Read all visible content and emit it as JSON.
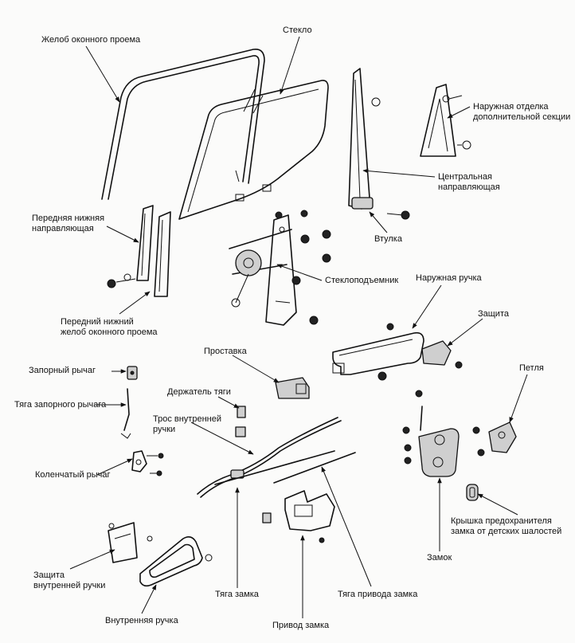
{
  "labels": {
    "window_channel": "Желоб оконного проема",
    "glass": "Стекло",
    "outer_trim": [
      "Наружная отделка",
      "дополнительной секции"
    ],
    "center_guide": [
      "Центральная",
      "направляющая"
    ],
    "front_lower_guide": [
      "Передняя нижняя",
      "направляющая"
    ],
    "bushing": "Втулка",
    "regulator": "Стеклоподъемник",
    "front_lower_channel": [
      "Передний нижний",
      "желоб оконного проема"
    ],
    "outer_handle": "Наружная ручка",
    "protector": "Защита",
    "spacer": "Проставка",
    "latch_lever": "Запорный рычаг",
    "hinge": "Петля",
    "rod_holder": "Держатель тяги",
    "latch_rod": "Тяга запорного рычага",
    "inner_cable": [
      "Трос внутренней",
      "ручки"
    ],
    "bell_crank": "Коленчатый рычаг",
    "child_lock_cover": [
      "Крышка предохранителя",
      "замка от детских шалостей"
    ],
    "lock": "Замок",
    "inner_handle_protector": [
      "Защита",
      "внутренней ручки"
    ],
    "lock_rod": "Тяга замка",
    "actuator_rod": "Тяга привода замка",
    "inner_handle": "Внутренняя ручка",
    "actuator": "Привод замка"
  }
}
